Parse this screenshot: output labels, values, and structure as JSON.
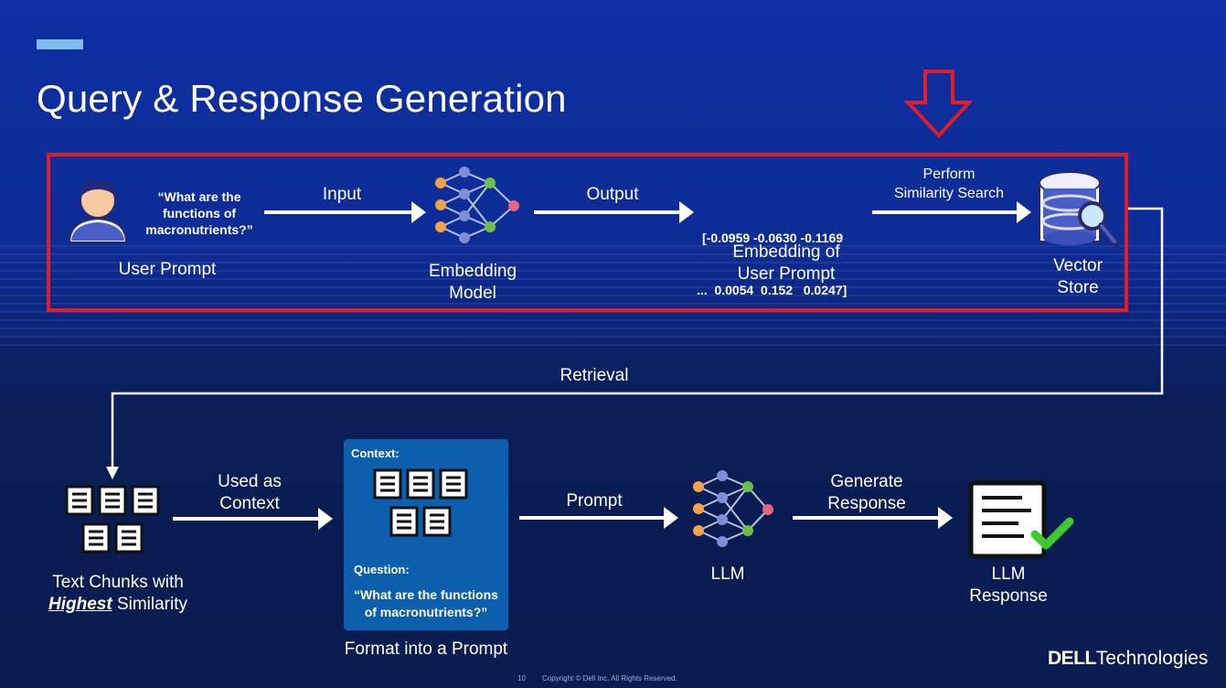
{
  "slide": {
    "title": "Query & Response Generation",
    "page_number": "10",
    "copyright": "Copyright © Dell Inc. All Rights Reserved.",
    "brand_bold": "DELL",
    "brand_light": "Technologies"
  },
  "colors": {
    "highlight_box": "#e01e2a",
    "context_box": "#0b5fad",
    "check": "#3fc92f"
  },
  "top_row": {
    "user_prompt_question": [
      "“What are the",
      "functions of",
      "macronutrients?”"
    ],
    "user_prompt_label": "User Prompt",
    "input_label": "Input",
    "embedding_model_label": [
      "Embedding",
      "Model"
    ],
    "output_label": "Output",
    "embedding_vector": [
      "[-0.0959 -0.0630 -0.1169",
      "...  0.0054  0.152   0.0247]"
    ],
    "embedding_label": [
      "Embedding of",
      "User Prompt"
    ],
    "similarity_label": [
      "Perform",
      "Similarity Search"
    ],
    "vector_store_label": [
      "Vector",
      "Store"
    ]
  },
  "retrieval_label": "Retrieval",
  "bottom_row": {
    "chunks_label_line1": "Text Chunks with",
    "chunks_label_emph": "Highest",
    "chunks_label_rest": " Similarity",
    "used_as_context": [
      "Used as",
      "Context"
    ],
    "context_heading": "Context:",
    "question_heading": "Question:",
    "question_text": [
      "“What are the functions",
      "of macronutrients?”"
    ],
    "format_label": "Format into a Prompt",
    "prompt_label": "Prompt",
    "llm_label": "LLM",
    "generate_label": [
      "Generate",
      "Response"
    ],
    "llm_response_label": [
      "LLM",
      "Response"
    ]
  },
  "icons": [
    "user-icon",
    "neural-network-icon",
    "database-search-icon",
    "document-icon",
    "down-arrow-icon",
    "checkmark-icon"
  ]
}
